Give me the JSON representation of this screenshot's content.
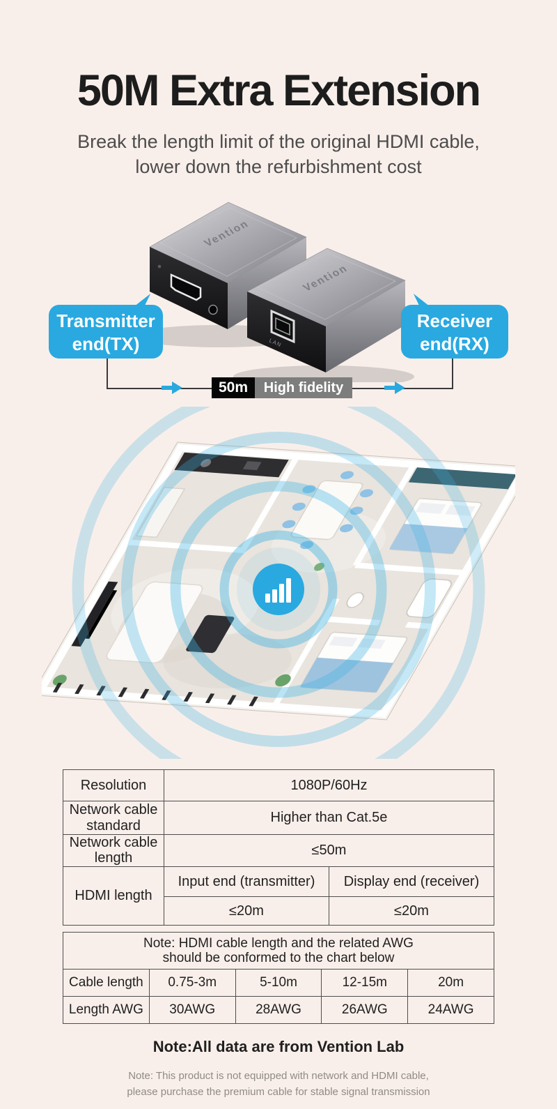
{
  "colors": {
    "background": "#f9efea",
    "accent_blue": "#29a9e0",
    "signal_ring_blue": "#3fb3e3",
    "distance_badge_black": "#060606",
    "quality_badge_gray": "#7d7d7d",
    "title_text": "#1d1d1d",
    "table_border": "#4d4d4d"
  },
  "header": {
    "title": "50M Extra Extension",
    "subtitle_line1": "Break the length limit of the original HDMI cable,",
    "subtitle_line2": "lower down the refurbishment cost"
  },
  "hero": {
    "transmitter_label_line1": "Transmitter",
    "transmitter_label_line2": "end(TX)",
    "receiver_label_line1": "Receiver",
    "receiver_label_line2": "end(RX)",
    "distance_label": "50m",
    "quality_label": "High fidelity",
    "device_brand": "Vention",
    "lan_port_label": "LAN"
  },
  "spec_table": {
    "rows": [
      {
        "label": "Resolution",
        "value": "1080P/60Hz"
      },
      {
        "label": "Network cable standard",
        "value": "Higher than Cat.5e"
      },
      {
        "label": "Network cable length",
        "value": "≤50m"
      },
      {
        "label": "HDMI length",
        "sub_headers": [
          "Input end (transmitter)",
          "Display end (receiver)"
        ],
        "sub_values": [
          "≤20m",
          "≤20m"
        ]
      }
    ]
  },
  "awg_table": {
    "note_line1": "Note: HDMI cable length and the related AWG",
    "note_line2": "should be conformed to the chart below",
    "rows": [
      [
        "Cable length",
        "0.75-3m",
        "5-10m",
        "12-15m",
        "20m"
      ],
      [
        "Length AWG",
        "30AWG",
        "28AWG",
        "26AWG",
        "24AWG"
      ]
    ]
  },
  "footer": {
    "lab_note": "Note:All data are from Vention Lab",
    "disclaimer_line1": "Note: This product is not equipped with network and HDMI cable,",
    "disclaimer_line2": "please purchase the premium cable for stable signal transmission"
  }
}
